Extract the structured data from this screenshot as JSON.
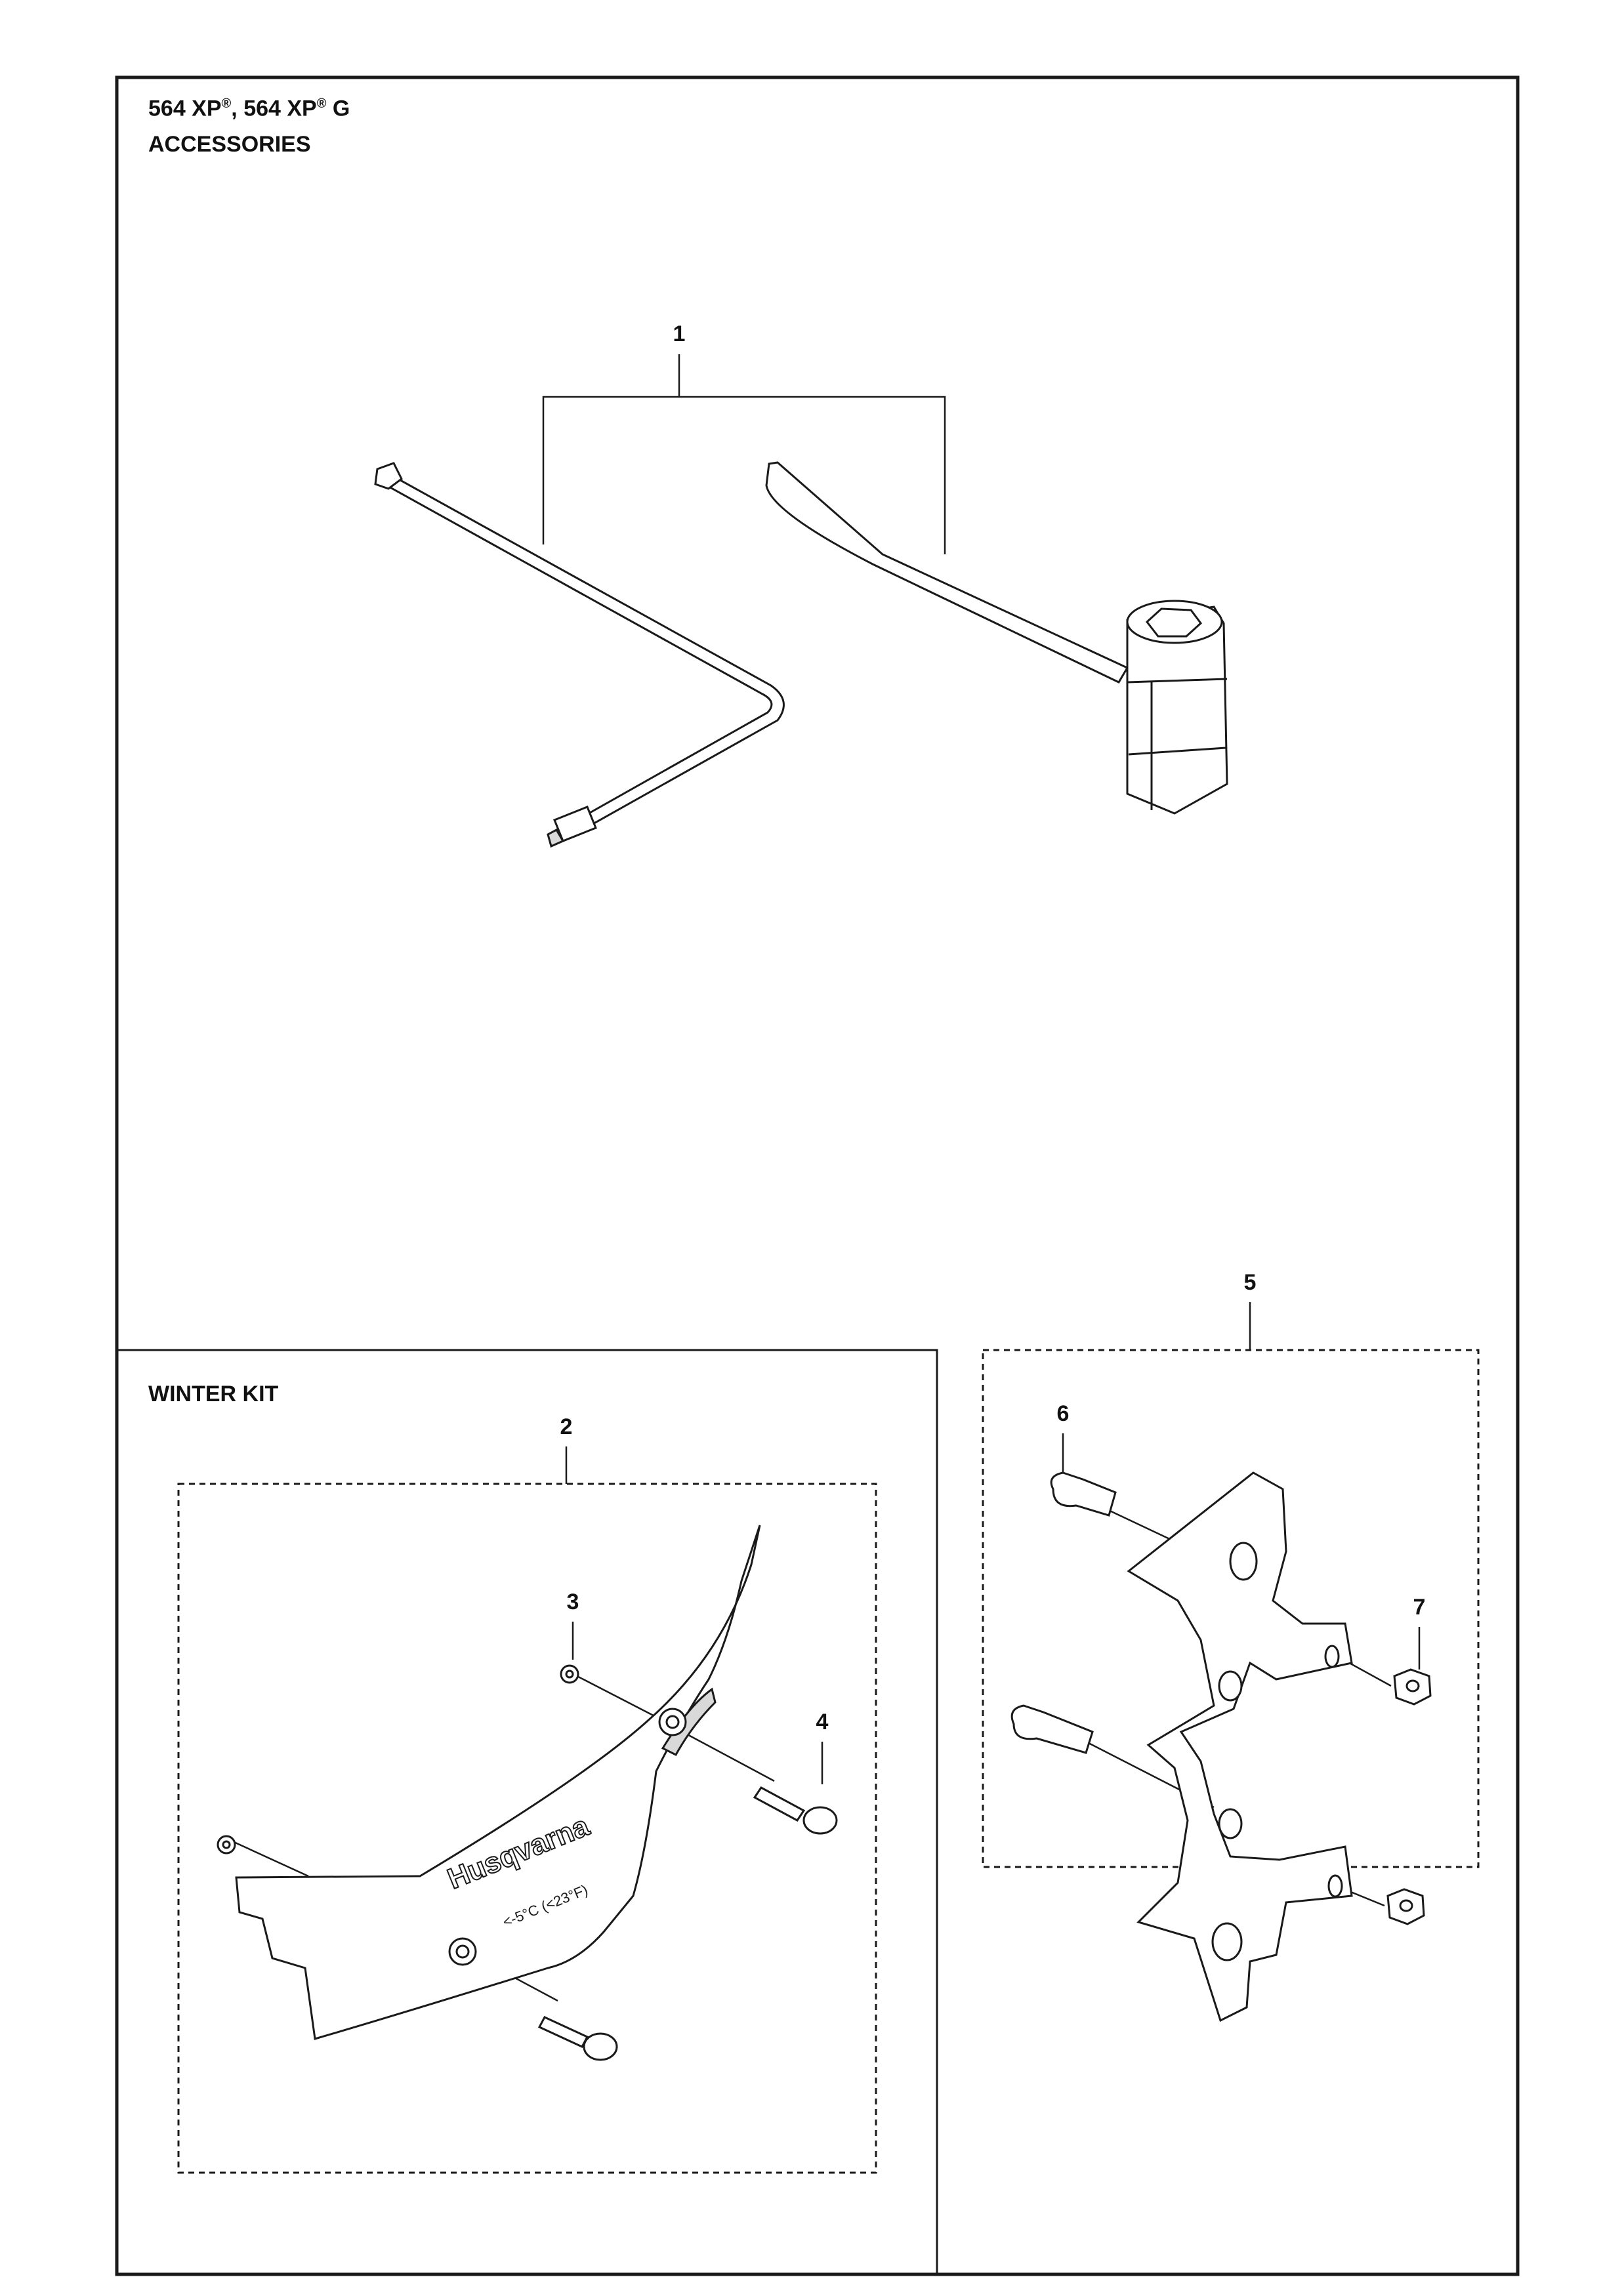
{
  "header": {
    "model_a": "564 XP",
    "model_b": "564 XP",
    "model_b_suffix": "G",
    "registered_mark": "®",
    "separator": ",",
    "subtitle": "ACCESSORIES"
  },
  "winter_kit": {
    "label": "WINTER KIT"
  },
  "logo_text": "Husqvarna",
  "guard_marking": "<-5°C  (<23°F)",
  "callouts": [
    {
      "id": "1",
      "part": "tool-set"
    },
    {
      "id": "2",
      "part": "winter-cover"
    },
    {
      "id": "3",
      "part": "washer"
    },
    {
      "id": "4",
      "part": "screw"
    },
    {
      "id": "5",
      "part": "guide-plate-kit"
    },
    {
      "id": "6",
      "part": "bolt"
    },
    {
      "id": "7",
      "part": "nut"
    }
  ],
  "colors": {
    "line": "#1a1a1a",
    "part_fill": "#ffffff",
    "shade": "#d9d9d9"
  }
}
